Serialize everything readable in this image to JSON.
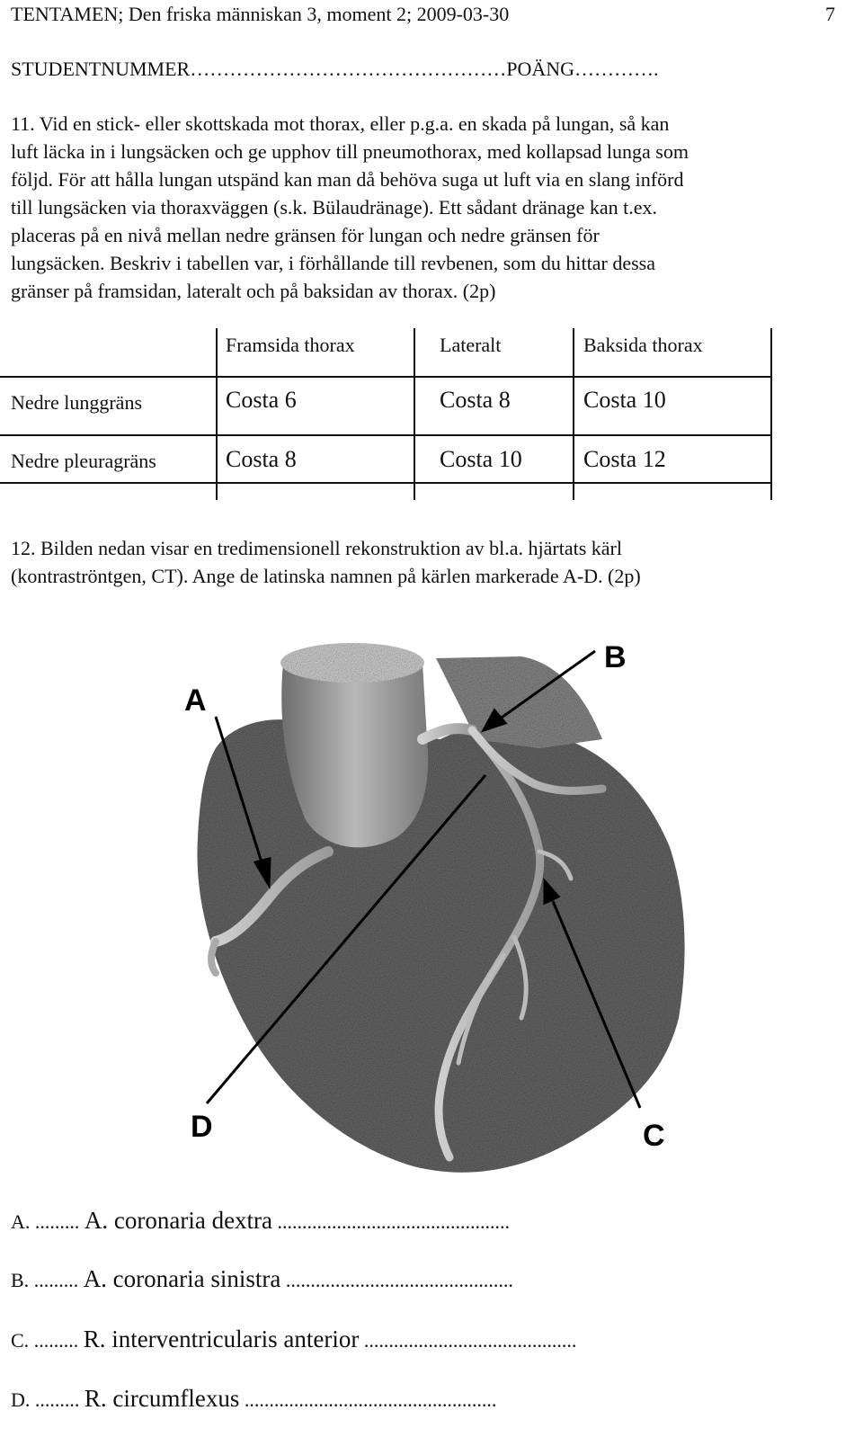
{
  "header": {
    "title": "TENTAMEN; Den friska människan 3, moment 2; 2009-03-30",
    "page_number": "7"
  },
  "student_line": {
    "text": "STUDENTNUMMER…………………………………………POÄNG…………."
  },
  "question11": {
    "lines": [
      "11. Vid en stick- eller skottskada mot thorax, eller p.g.a. en skada på lungan, så kan",
      "luft läcka in i lungsäcken och ge upphov till pneumothorax, med kollapsad lunga som",
      "följd. För att hålla lungan utspänd kan man då behöva suga ut luft via en slang införd",
      "till lungsäcken via thoraxväggen (s.k. Bülaudränage). Ett sådant dränage kan t.ex.",
      "placeras på en nivå mellan nedre gränsen för lungan och nedre gränsen för",
      "lungsäcken. Beskriv i tabellen var, i förhållande till revbenen, som du hittar dessa",
      "gränser på framsidan, lateralt och på baksidan av thorax. (2p)"
    ]
  },
  "table": {
    "headers": [
      "Framsida thorax",
      "Lateralt",
      "Baksida thorax"
    ],
    "rows": [
      {
        "label": "Nedre lunggräns",
        "cells": [
          "Costa 6",
          "Costa 8",
          "Costa 10"
        ]
      },
      {
        "label": "Nedre pleuragräns",
        "cells": [
          "Costa 8",
          "Costa 10",
          "Costa 12"
        ]
      }
    ]
  },
  "question12": {
    "lines": [
      "12. Bilden nedan visar en tredimensionell rekonstruktion av bl.a. hjärtats kärl",
      "(kontraströntgen, CT). Ange de latinska namnen på kärlen markerade A-D. (2p)"
    ]
  },
  "figure": {
    "labels": [
      "A",
      "B",
      "C",
      "D"
    ]
  },
  "answers": [
    {
      "letter": "A.",
      "lead": " ......... ",
      "name": "A. coronaria dextra",
      "trail": " ..............................................."
    },
    {
      "letter": "B.",
      "lead": " ......... ",
      "name": "A. coronaria sinistra",
      "trail": " .............................................."
    },
    {
      "letter": "C.",
      "lead": " ......... ",
      "name": "R. interventricularis anterior",
      "trail": " ..........................................."
    },
    {
      "letter": "D.",
      "lead": " ......... ",
      "name": "R. circumflexus",
      "trail": " ..................................................."
    }
  ]
}
